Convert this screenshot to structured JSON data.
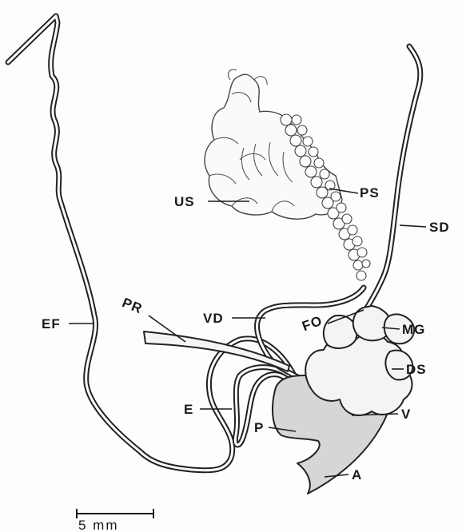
{
  "labels": {
    "us": "US",
    "ps": "PS",
    "sd": "SD",
    "ef": "EF",
    "pr": "PR",
    "vd": "VD",
    "fo": "FO",
    "mg": "MG",
    "ds": "DS",
    "e": "E",
    "v": "V",
    "p": "P",
    "a": "A"
  },
  "scale_bar": {
    "label": "5 mm"
  },
  "colors": {
    "ink": "#1a1a1a",
    "background": "#fdfdfd",
    "shading": "#d6d6d6"
  }
}
